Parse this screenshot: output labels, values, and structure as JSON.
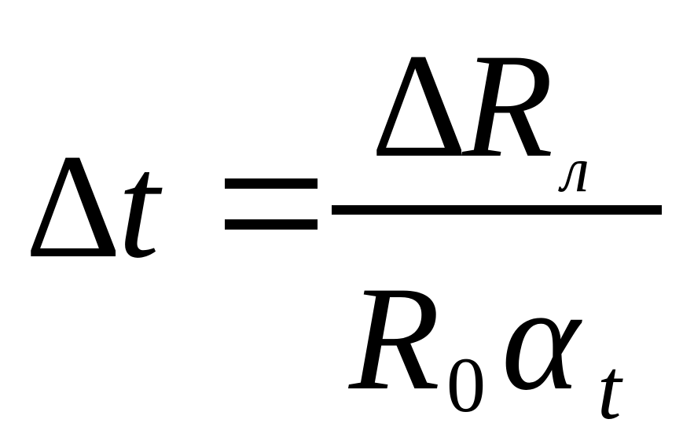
{
  "formula": {
    "lhs": {
      "delta": "Δ",
      "variable": "t"
    },
    "operator": "=",
    "numerator": {
      "delta": "Δ",
      "variable": "R",
      "subscript": "л"
    },
    "denominator": {
      "variable": "R",
      "subscript": "0",
      "coefficient": "α",
      "coefficient_subscript": "t"
    }
  }
}
